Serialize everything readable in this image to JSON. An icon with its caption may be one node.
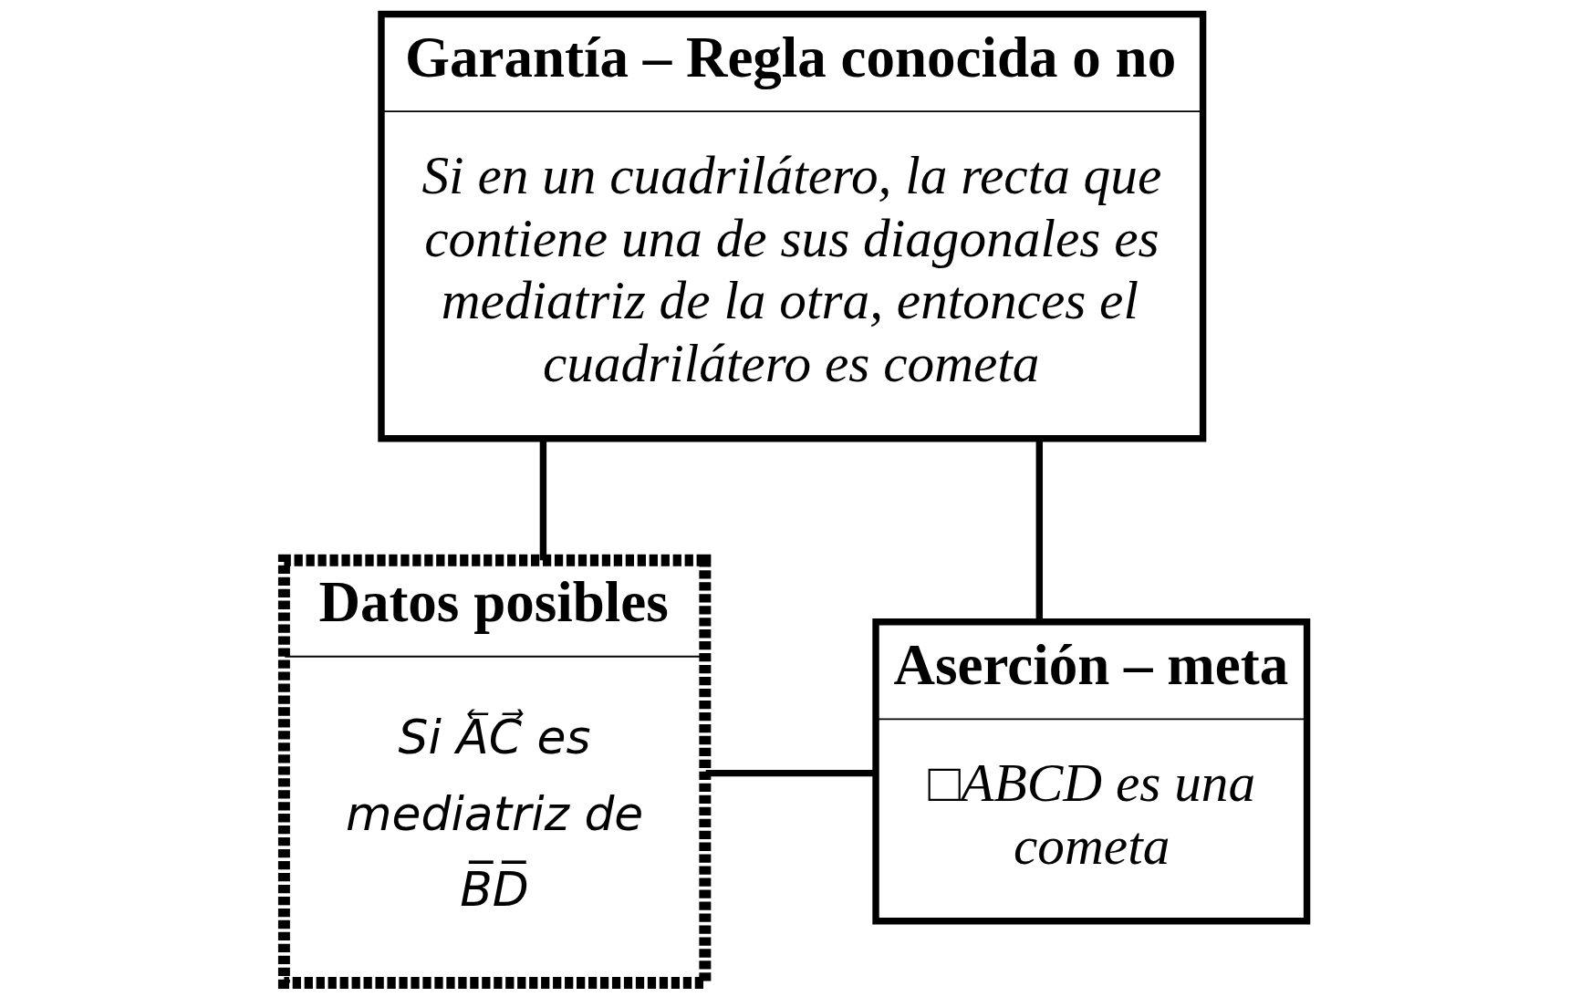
{
  "diagram": {
    "nodes": [
      {
        "text": [
          "Garantía – Regla conocida o no",
          "Si en un cuadrilátero, la recta que contiene una de sus diagonales es mediatriz de la otra, entonces el cuadrilátero es cometa"
        ]
      },
      {
        "text": [
          "Datos posibles",
          "Si A⃖C⃗ es mediatriz de B̅D̅"
        ]
      },
      {
        "text": [
          "Aserción – meta",
          "□ABCD es una cometa"
        ]
      }
    ],
    "edges": [
      {
        "from": 1,
        "to": 2,
        "arrow": "none"
      },
      {
        "from": 0,
        "to": 1,
        "arrow": "none"
      },
      {
        "from": 0,
        "to": 2,
        "arrow": "none"
      }
    ]
  }
}
